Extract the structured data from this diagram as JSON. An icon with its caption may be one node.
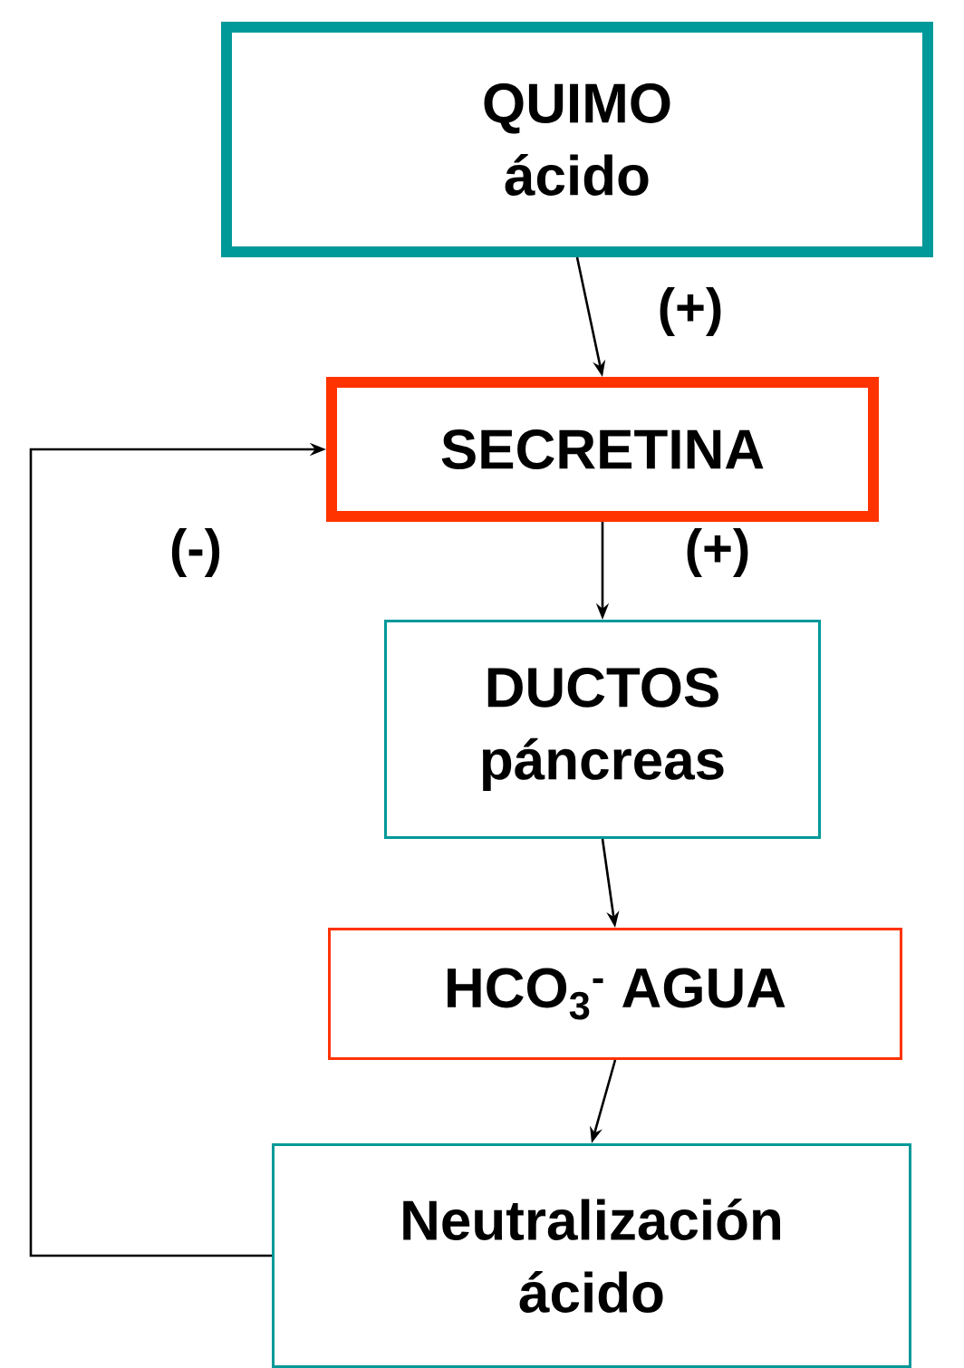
{
  "diagram": {
    "nodes": [
      {
        "text": [
          "QUIMO",
          "ácido"
        ]
      },
      {
        "text": [
          "SECRETINA"
        ]
      },
      {
        "text": [
          "DUCTOS",
          "páncreas"
        ]
      },
      {
        "text": [
          "HCO$_{3}$$^{-}$ AGUA"
        ]
      },
      {
        "text": [
          "Neutralización",
          "ácido"
        ]
      }
    ],
    "edges": [
      {
        "from": 0,
        "to": 1,
        "arrow": "to",
        "label": "(+)"
      },
      {
        "from": 1,
        "to": 2,
        "arrow": "to",
        "label": "(+)"
      },
      {
        "from": 2,
        "to": 3,
        "arrow": "to"
      },
      {
        "from": 3,
        "to": 4,
        "arrow": "to"
      },
      {
        "from": 4,
        "to": 1,
        "arrow": "to",
        "label": "(-)"
      }
    ]
  }
}
